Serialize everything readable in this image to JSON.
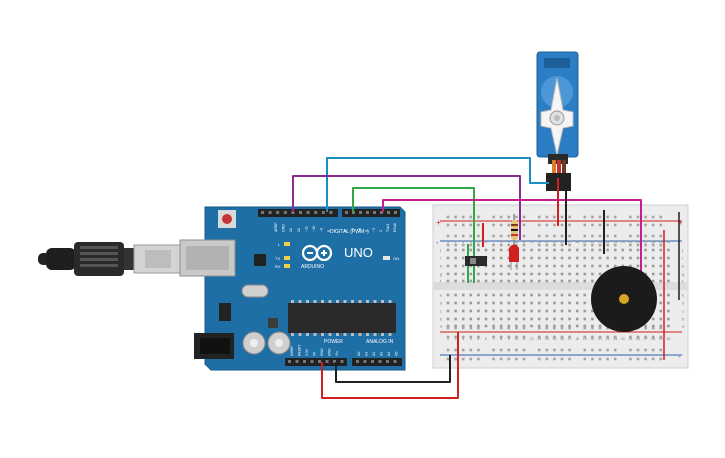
{
  "arduino": {
    "board_name": "UNO",
    "brand_label": "ARDUINO",
    "digital_header_label": "DIGITAL (PWM~)",
    "power_label": "POWER",
    "analog_label": "ANALOG IN",
    "on_label": "ON",
    "led_labels": [
      "L",
      "TX",
      "RX"
    ],
    "top_pin_labels": [
      "AREF",
      "GND",
      "13",
      "12",
      "~11",
      "~10",
      "~9",
      "8",
      "7",
      "~6",
      "~5",
      "4",
      "~3",
      "2",
      "TX▸1",
      "RX◂0"
    ],
    "power_pin_labels": [
      "IOREF",
      "RESET",
      "3.3V",
      "5V",
      "GND",
      "GND",
      "Vin"
    ],
    "analog_pin_labels": [
      "A0",
      "A1",
      "A2",
      "A3",
      "A4",
      "A5"
    ]
  },
  "breadboard": {
    "row_letters_top": [
      "j",
      "i",
      "h",
      "g",
      "f"
    ],
    "row_letters_bottom": [
      "e",
      "d",
      "c",
      "b",
      "a"
    ],
    "column_numbers": [
      "1",
      "2",
      "3",
      "4",
      "5",
      "6",
      "7",
      "8",
      "9",
      "10",
      "11",
      "12",
      "13",
      "14",
      "15",
      "16",
      "17",
      "18",
      "19",
      "20",
      "21",
      "22",
      "23",
      "24",
      "25",
      "26",
      "27",
      "28",
      "29",
      "30"
    ],
    "rail_plus": "+",
    "rail_minus": "-"
  },
  "colors": {
    "board_blue": "#1f6fa7",
    "wire_purple": "#8e2b93",
    "wire_cyan": "#1a8fc2",
    "wire_green": "#2ea84a",
    "wire_magenta": "#c2208f",
    "wire_red": "#d02020",
    "wire_black": "#202020",
    "servo_blue": "#2b7dc4",
    "led_red": "#d21f1f",
    "buzzer_black": "#1b1b1b"
  },
  "icons": {
    "usb_cable": "usb-cable-icon",
    "servo": "servo-motor-icon",
    "buzzer": "piezo-buzzer-icon",
    "led": "led-icon",
    "resistor": "resistor-icon",
    "switch": "slide-switch-icon"
  }
}
